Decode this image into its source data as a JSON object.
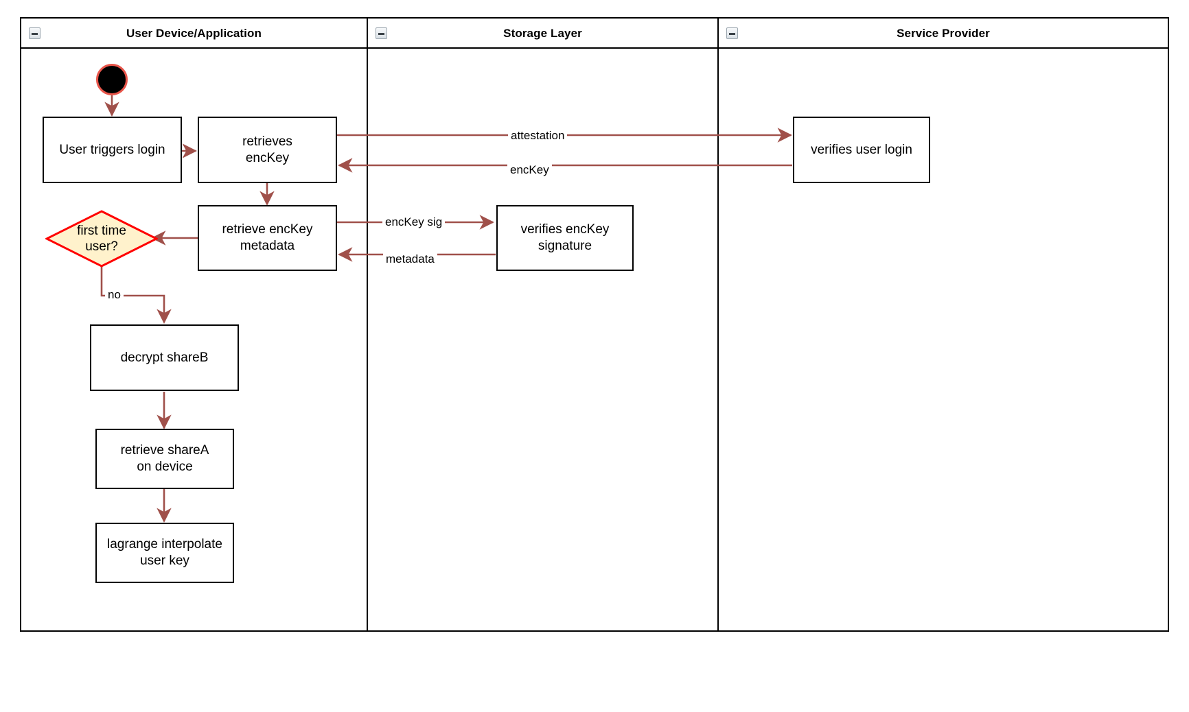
{
  "diagram": {
    "type": "swimlane-activity-diagram",
    "title_visible": false
  },
  "lanes": [
    {
      "id": "user-device",
      "title": "User Device/Application",
      "collapse_icon": "collapse-minus-icon"
    },
    {
      "id": "storage-layer",
      "title": "Storage Layer",
      "collapse_icon": "collapse-minus-icon"
    },
    {
      "id": "service-provider",
      "title": "Service Provider",
      "collapse_icon": "collapse-minus-icon"
    }
  ],
  "nodes": {
    "start": {
      "label": "",
      "shape": "filled-circle"
    },
    "user_triggers_login": {
      "label": "User triggers login",
      "shape": "rect"
    },
    "retrieves_enckey": {
      "label": "retrieves\nencKey",
      "line1": "retrieves",
      "line2": "encKey",
      "shape": "rect"
    },
    "retrieve_enckey_metadata": {
      "label": "retrieve encKey\nmetadata",
      "line1": "retrieve encKey",
      "line2": "metadata",
      "shape": "rect"
    },
    "first_time_user": {
      "label": "first time\nuser?",
      "line1": "first time",
      "line2": "user?",
      "shape": "diamond"
    },
    "decrypt_shareb": {
      "label": "decrypt shareB",
      "shape": "rect"
    },
    "retrieve_sharea": {
      "label": "retrieve shareA\non device",
      "line1": "retrieve shareA",
      "line2": "on device",
      "shape": "rect"
    },
    "lagrange_interpolate": {
      "label": "lagrange interpolate\nuser key",
      "line1": "lagrange interpolate",
      "line2": "user key",
      "shape": "rect"
    },
    "verifies_enckey_signature": {
      "label": "verifies encKey\nsignature",
      "line1": "verifies encKey",
      "line2": "signature",
      "shape": "rect"
    },
    "verifies_user_login": {
      "label": "verifies user login",
      "shape": "rect"
    }
  },
  "edges": [
    {
      "id": "e-start-login",
      "from": "start",
      "to": "user_triggers_login",
      "label": ""
    },
    {
      "id": "e-login-retrieves",
      "from": "user_triggers_login",
      "to": "retrieves_enckey",
      "label": ""
    },
    {
      "id": "e-attestation",
      "from": "retrieves_enckey",
      "to": "verifies_user_login",
      "label": "attestation"
    },
    {
      "id": "e-enckey",
      "from": "verifies_user_login",
      "to": "retrieves_enckey",
      "label": "encKey"
    },
    {
      "id": "e-retrieves-metadata",
      "from": "retrieves_enckey",
      "to": "retrieve_enckey_metadata",
      "label": ""
    },
    {
      "id": "e-enckey-sig",
      "from": "retrieve_enckey_metadata",
      "to": "verifies_enckey_signature",
      "label": "encKey sig"
    },
    {
      "id": "e-metadata",
      "from": "verifies_enckey_signature",
      "to": "retrieve_enckey_metadata",
      "label": "metadata"
    },
    {
      "id": "e-metadata-decision",
      "from": "retrieve_enckey_metadata",
      "to": "first_time_user",
      "label": ""
    },
    {
      "id": "e-no",
      "from": "first_time_user",
      "to": "decrypt_shareb",
      "label": "no"
    },
    {
      "id": "e-decrypt-sharea",
      "from": "decrypt_shareb",
      "to": "retrieve_sharea",
      "label": ""
    },
    {
      "id": "e-sharea-lagrange",
      "from": "retrieve_sharea",
      "to": "lagrange_interpolate",
      "label": ""
    }
  ],
  "colors": {
    "connector": "#A0504A",
    "node_border": "#000000",
    "node_fill": "#FFFFFF",
    "decision_fill": "#FFF2CC",
    "decision_border": "#FF0000",
    "start_fill": "#000000",
    "start_ring": "#E8554A",
    "lane_border": "#000000"
  }
}
